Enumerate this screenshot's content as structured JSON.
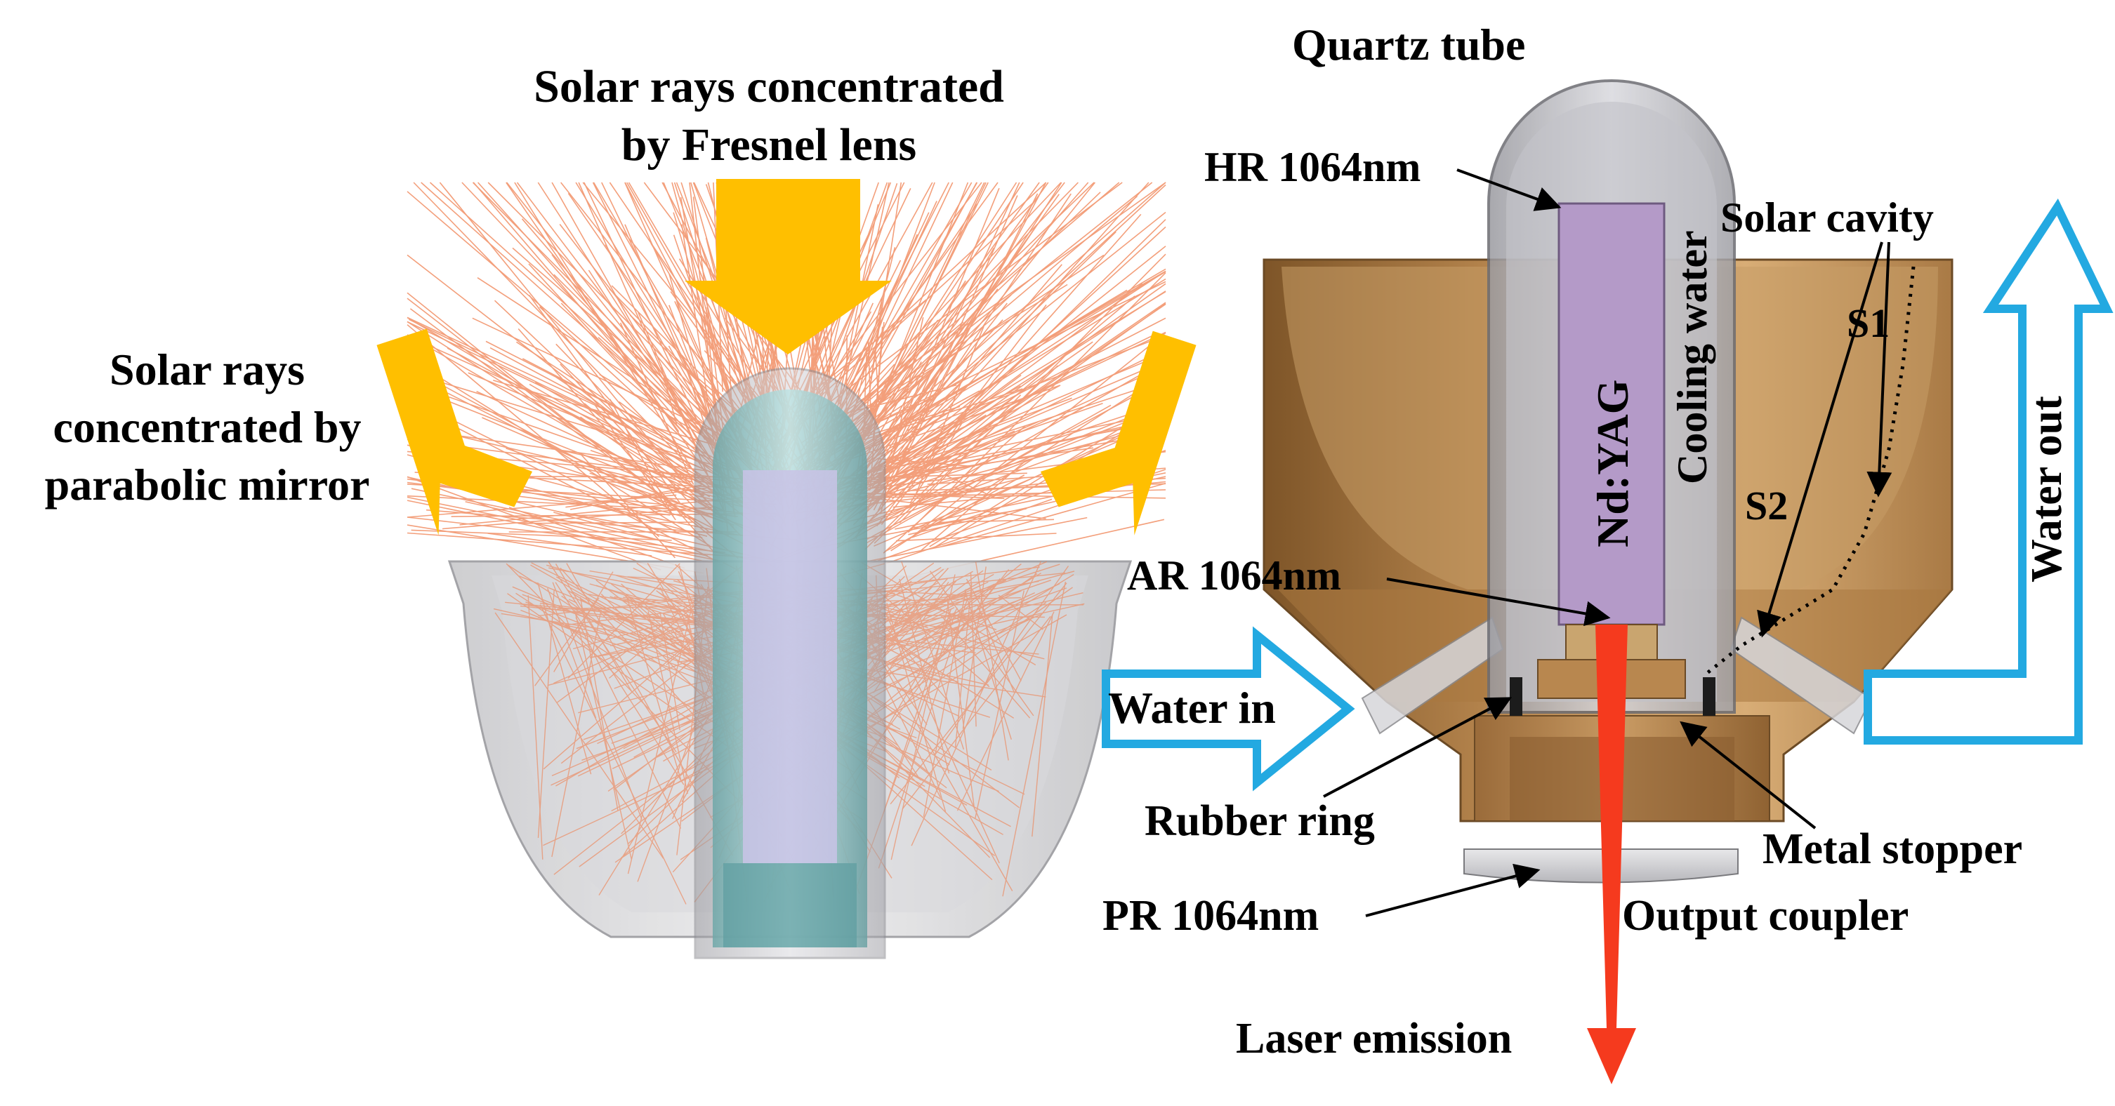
{
  "left_panel": {
    "label_fresnel_line1": "Solar rays concentrated",
    "label_fresnel_line2": "by Fresnel lens",
    "label_parabolic_line1": "Solar rays",
    "label_parabolic_line2": "concentrated by",
    "label_parabolic_line3": "parabolic mirror"
  },
  "right_panel": {
    "quartz_tube": "Quartz tube",
    "hr": "HR 1064nm",
    "cooling_water": "Cooling water",
    "nd_yag": "Nd:YAG",
    "solar_cavity": "Solar cavity",
    "s1": "S1",
    "s2": "S2",
    "water_out": "Water out",
    "ar": "AR 1064nm",
    "water_in": "Water in",
    "rubber_ring": "Rubber ring",
    "metal_stopper": "Metal stopper",
    "pr": "PR 1064nm",
    "output_coupler": "Output coupler",
    "laser_emission": "Laser emission"
  },
  "colors": {
    "solar_arrow": "#ffbf00",
    "ray": "#ef7f4f",
    "water_arrow": "#23a9e1",
    "cavity_gold": "#b8874f",
    "rod_purple": "#b49ac8",
    "laser_red": "#f53a1e"
  }
}
